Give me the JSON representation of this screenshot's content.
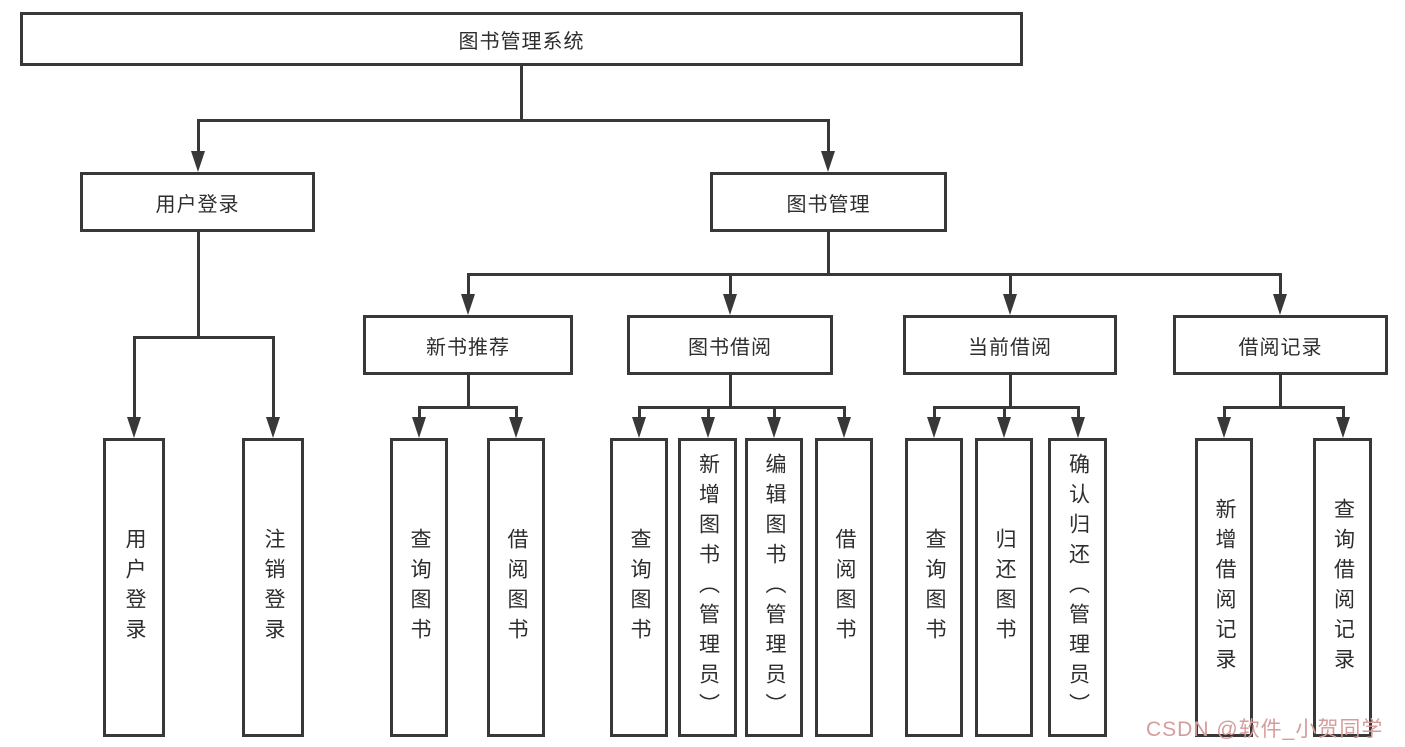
{
  "diagram_type": "hierarchy-tree",
  "tree": {
    "label": "图书管理系统",
    "children": [
      {
        "label": "用户登录",
        "children": [
          {
            "label": "用户登录"
          },
          {
            "label": "注销登录"
          }
        ]
      },
      {
        "label": "图书管理",
        "children": [
          {
            "label": "新书推荐",
            "children": [
              {
                "label": "查询图书"
              },
              {
                "label": "借阅图书"
              }
            ]
          },
          {
            "label": "图书借阅",
            "children": [
              {
                "label": "查询图书"
              },
              {
                "label": "新增图书（管理员）"
              },
              {
                "label": "编辑图书（管理员）"
              },
              {
                "label": "借阅图书"
              }
            ]
          },
          {
            "label": "当前借阅",
            "children": [
              {
                "label": "查询图书"
              },
              {
                "label": "归还图书"
              },
              {
                "label": "确认归还（管理员）"
              }
            ]
          },
          {
            "label": "借阅记录",
            "children": [
              {
                "label": "新增借阅记录"
              },
              {
                "label": "查询借阅记录"
              }
            ]
          }
        ]
      }
    ]
  },
  "watermark": {
    "text": "CSDN @软件_小贺同学",
    "color": "#d69c9c"
  },
  "colors": {
    "background": "#ffffff",
    "box_border": "#383838",
    "connector_line": "#383838",
    "text": "#2e2e2e"
  }
}
